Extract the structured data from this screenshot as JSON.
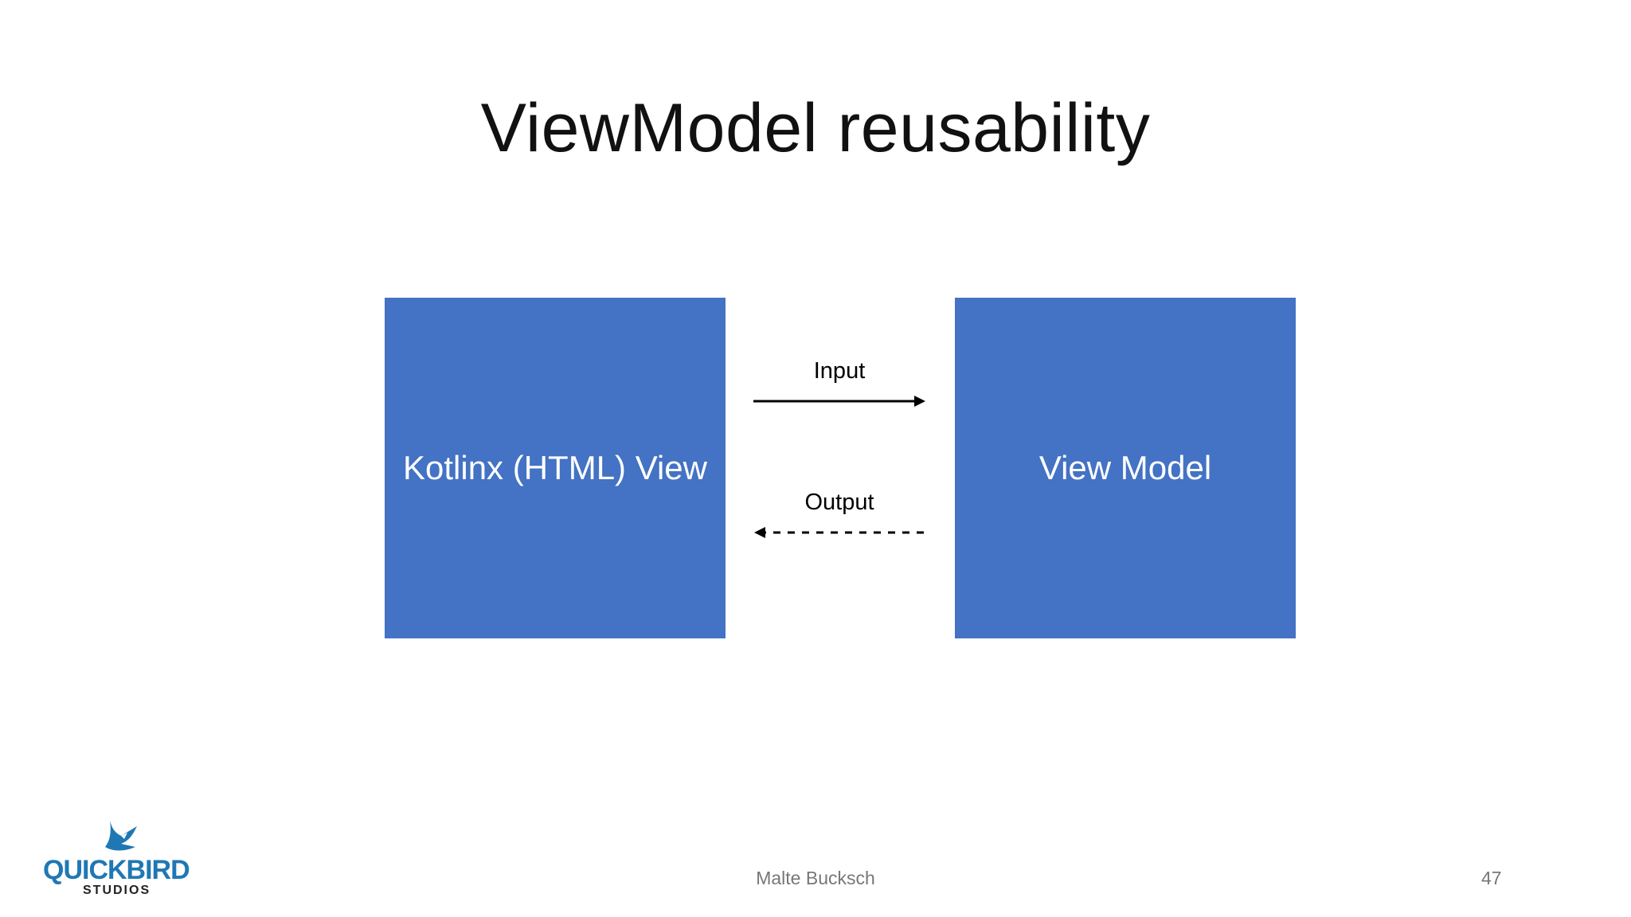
{
  "slide": {
    "title": "ViewModel reusability",
    "author": "Malte Bucksch",
    "page_number": "47"
  },
  "diagram": {
    "left_box": "Kotlinx (HTML) View",
    "right_box": "View Model",
    "input_label": "Input",
    "output_label": "Output",
    "input_style": "solid",
    "output_style": "dashed"
  },
  "logo": {
    "name": "quickbird-logo",
    "brand_text": "QUICKBIRD",
    "sub_text": "STUDIOS"
  },
  "colors": {
    "box_fill": "#4472c4",
    "logo_blue": "#1f78b4"
  }
}
